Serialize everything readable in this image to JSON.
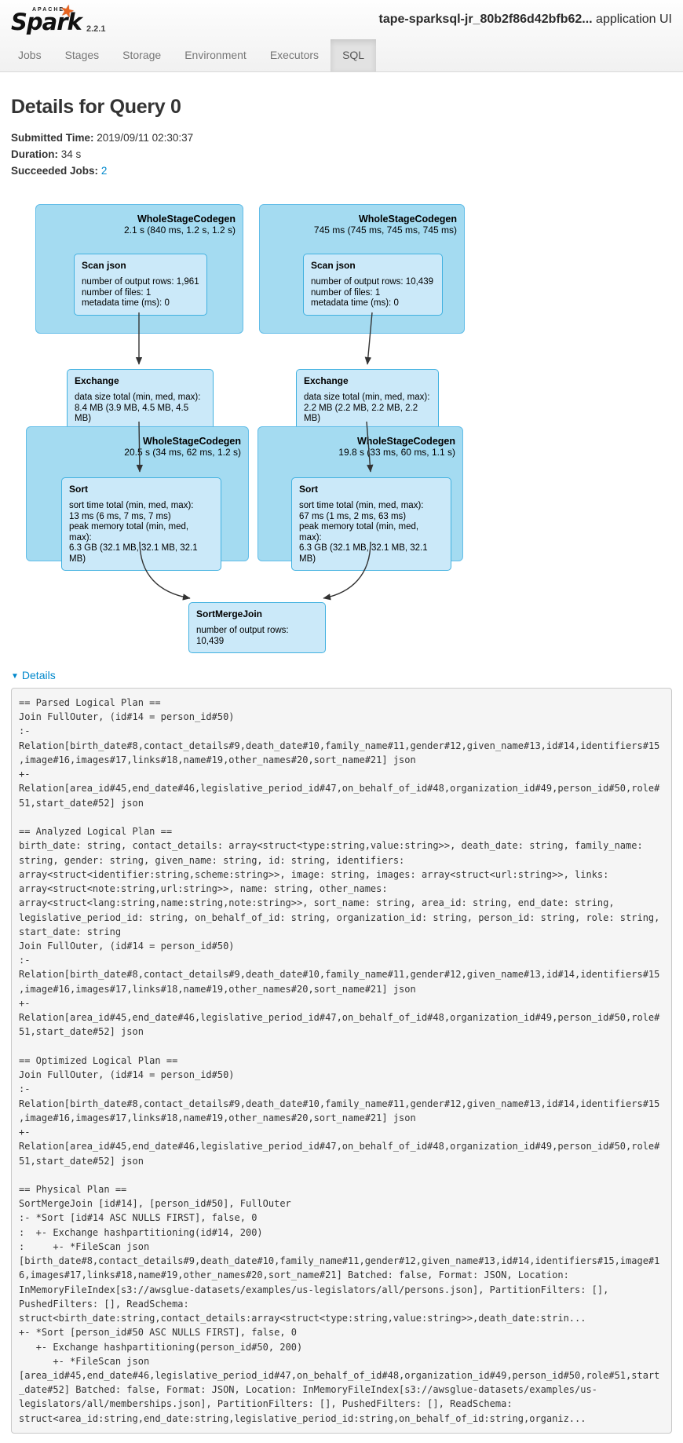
{
  "header": {
    "logo": {
      "apache": "APACHE",
      "name": "Spark",
      "version": "2.2.1",
      "star_icon": "★"
    },
    "app_name": "tape-sparksql-jr_80b2f86d42bfb62...",
    "app_suffix": " application UI",
    "tabs": [
      {
        "label": "Jobs"
      },
      {
        "label": "Stages"
      },
      {
        "label": "Storage"
      },
      {
        "label": "Environment"
      },
      {
        "label": "Executors"
      },
      {
        "label": "SQL"
      }
    ],
    "active_tab": "SQL"
  },
  "query": {
    "title": "Details for Query 0",
    "submitted_label": "Submitted Time:",
    "submitted_value": "2019/09/11 02:30:37",
    "duration_label": "Duration:",
    "duration_value": "34 s",
    "jobs_label": "Succeeded Jobs:",
    "jobs_value": "2"
  },
  "dag": {
    "colors": {
      "cluster_fill": "#a4dbf1",
      "cluster_border": "#62bde8",
      "node_fill": "#cbe9f9",
      "node_border": "#41b1e0"
    },
    "scan_cluster_left": {
      "name": "WholeStageCodegen",
      "timing": "2.1 s (840 ms, 1.2 s, 1.2 s)",
      "node": {
        "name": "Scan json",
        "metrics": [
          "number of output rows: 1,961",
          "number of files: 1",
          "metadata time (ms): 0"
        ]
      }
    },
    "scan_cluster_right": {
      "name": "WholeStageCodegen",
      "timing": "745 ms (745 ms, 745 ms, 745 ms)",
      "node": {
        "name": "Scan json",
        "metrics": [
          "number of output rows: 10,439",
          "number of files: 1",
          "metadata time (ms): 0"
        ]
      }
    },
    "exchange_left": {
      "name": "Exchange",
      "metrics": [
        "data size total (min, med, max):",
        "8.4 MB (3.9 MB, 4.5 MB, 4.5 MB)"
      ]
    },
    "exchange_right": {
      "name": "Exchange",
      "metrics": [
        "data size total (min, med, max):",
        "2.2 MB (2.2 MB, 2.2 MB, 2.2 MB)"
      ]
    },
    "sort_cluster_left": {
      "name": "WholeStageCodegen",
      "timing": "20.5 s (34 ms, 62 ms, 1.2 s)",
      "node": {
        "name": "Sort",
        "metrics": [
          "sort time total (min, med, max):",
          "13 ms (6 ms, 7 ms, 7 ms)",
          "peak memory total (min, med, max):",
          "6.3 GB (32.1 MB, 32.1 MB, 32.1 MB)"
        ]
      }
    },
    "sort_cluster_right": {
      "name": "WholeStageCodegen",
      "timing": "19.8 s (33 ms, 60 ms, 1.1 s)",
      "node": {
        "name": "Sort",
        "metrics": [
          "sort time total (min, med, max):",
          "67 ms (1 ms, 2 ms, 63 ms)",
          "peak memory total (min, med, max):",
          "6.3 GB (32.1 MB, 32.1 MB, 32.1 MB)"
        ]
      }
    },
    "join": {
      "name": "SortMergeJoin",
      "metrics": [
        "number of output rows: 10,439"
      ]
    }
  },
  "details": {
    "toggle_icon": "▼",
    "toggle_label": "Details",
    "plan_text": "== Parsed Logical Plan ==\nJoin FullOuter, (id#14 = person_id#50)\n:- Relation[birth_date#8,contact_details#9,death_date#10,family_name#11,gender#12,given_name#13,id#14,identifiers#15,image#16,images#17,links#18,name#19,other_names#20,sort_name#21] json\n+- Relation[area_id#45,end_date#46,legislative_period_id#47,on_behalf_of_id#48,organization_id#49,person_id#50,role#51,start_date#52] json\n\n== Analyzed Logical Plan ==\nbirth_date: string, contact_details: array<struct<type:string,value:string>>, death_date: string, family_name: string, gender: string, given_name: string, id: string, identifiers: array<struct<identifier:string,scheme:string>>, image: string, images: array<struct<url:string>>, links: array<struct<note:string,url:string>>, name: string, other_names: array<struct<lang:string,name:string,note:string>>, sort_name: string, area_id: string, end_date: string, legislative_period_id: string, on_behalf_of_id: string, organization_id: string, person_id: string, role: string, start_date: string\nJoin FullOuter, (id#14 = person_id#50)\n:- Relation[birth_date#8,contact_details#9,death_date#10,family_name#11,gender#12,given_name#13,id#14,identifiers#15,image#16,images#17,links#18,name#19,other_names#20,sort_name#21] json\n+- Relation[area_id#45,end_date#46,legislative_period_id#47,on_behalf_of_id#48,organization_id#49,person_id#50,role#51,start_date#52] json\n\n== Optimized Logical Plan ==\nJoin FullOuter, (id#14 = person_id#50)\n:- Relation[birth_date#8,contact_details#9,death_date#10,family_name#11,gender#12,given_name#13,id#14,identifiers#15,image#16,images#17,links#18,name#19,other_names#20,sort_name#21] json\n+- Relation[area_id#45,end_date#46,legislative_period_id#47,on_behalf_of_id#48,organization_id#49,person_id#50,role#51,start_date#52] json\n\n== Physical Plan ==\nSortMergeJoin [id#14], [person_id#50], FullOuter\n:- *Sort [id#14 ASC NULLS FIRST], false, 0\n:  +- Exchange hashpartitioning(id#14, 200)\n:     +- *FileScan json [birth_date#8,contact_details#9,death_date#10,family_name#11,gender#12,given_name#13,id#14,identifiers#15,image#16,images#17,links#18,name#19,other_names#20,sort_name#21] Batched: false, Format: JSON, Location: InMemoryFileIndex[s3://awsglue-datasets/examples/us-legislators/all/persons.json], PartitionFilters: [], PushedFilters: [], ReadSchema: struct<birth_date:string,contact_details:array<struct<type:string,value:string>>,death_date:strin...\n+- *Sort [person_id#50 ASC NULLS FIRST], false, 0\n   +- Exchange hashpartitioning(person_id#50, 200)\n      +- *FileScan json [area_id#45,end_date#46,legislative_period_id#47,on_behalf_of_id#48,organization_id#49,person_id#50,role#51,start_date#52] Batched: false, Format: JSON, Location: InMemoryFileIndex[s3://awsglue-datasets/examples/us-legislators/all/memberships.json], PartitionFilters: [], PushedFilters: [], ReadSchema: struct<area_id:string,end_date:string,legislative_period_id:string,on_behalf_of_id:string,organiz..."
  }
}
